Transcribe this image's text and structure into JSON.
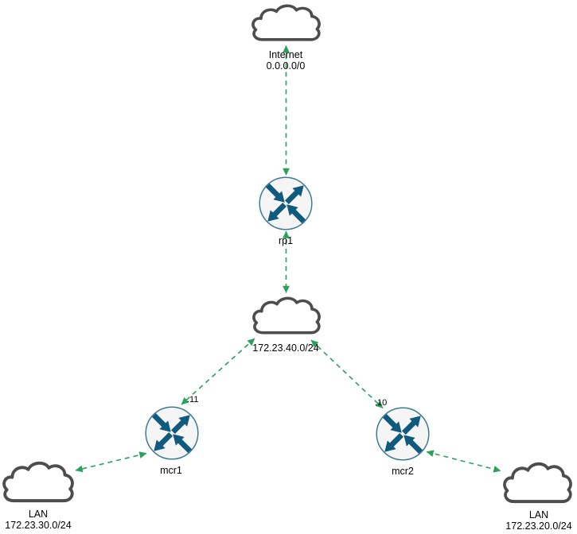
{
  "nodes": {
    "internet": {
      "label": "Internet",
      "cidr": "0.0.0.0/0"
    },
    "rp1": {
      "label": "rp1"
    },
    "net40": {
      "label": "172.23.40.0/24"
    },
    "mcr1": {
      "label": "mcr1",
      "interface_label": ".11"
    },
    "mcr2": {
      "label": "mcr2",
      "interface_label": ".10"
    },
    "lan30": {
      "label": "LAN",
      "cidr": "172.23.30.0/24"
    },
    "lan20": {
      "label": "LAN",
      "cidr": "172.23.20.0/24"
    }
  },
  "edges": [
    {
      "from": "Internet 0.0.0.0/0",
      "to": "rp1",
      "bidirectional": true
    },
    {
      "from": "rp1",
      "to": "172.23.40.0/24",
      "bidirectional": true
    },
    {
      "from": "172.23.40.0/24",
      "to": "mcr1",
      "interface": ".11",
      "bidirectional": true
    },
    {
      "from": "172.23.40.0/24",
      "to": "mcr2",
      "interface": ".10",
      "bidirectional": true
    },
    {
      "from": "mcr1",
      "to": "LAN 172.23.30.0/24",
      "bidirectional": true
    },
    {
      "from": "mcr2",
      "to": "LAN 172.23.20.0/24",
      "bidirectional": true
    }
  ],
  "colors": {
    "link": "#29a05e",
    "cloud_stroke": "#4d4d4d",
    "router_stroke": "#3f7a94",
    "router_arrows": "#0f5a7d",
    "router_fill": "#f5f5f5",
    "background": "#ffffff",
    "text": "#000000"
  }
}
